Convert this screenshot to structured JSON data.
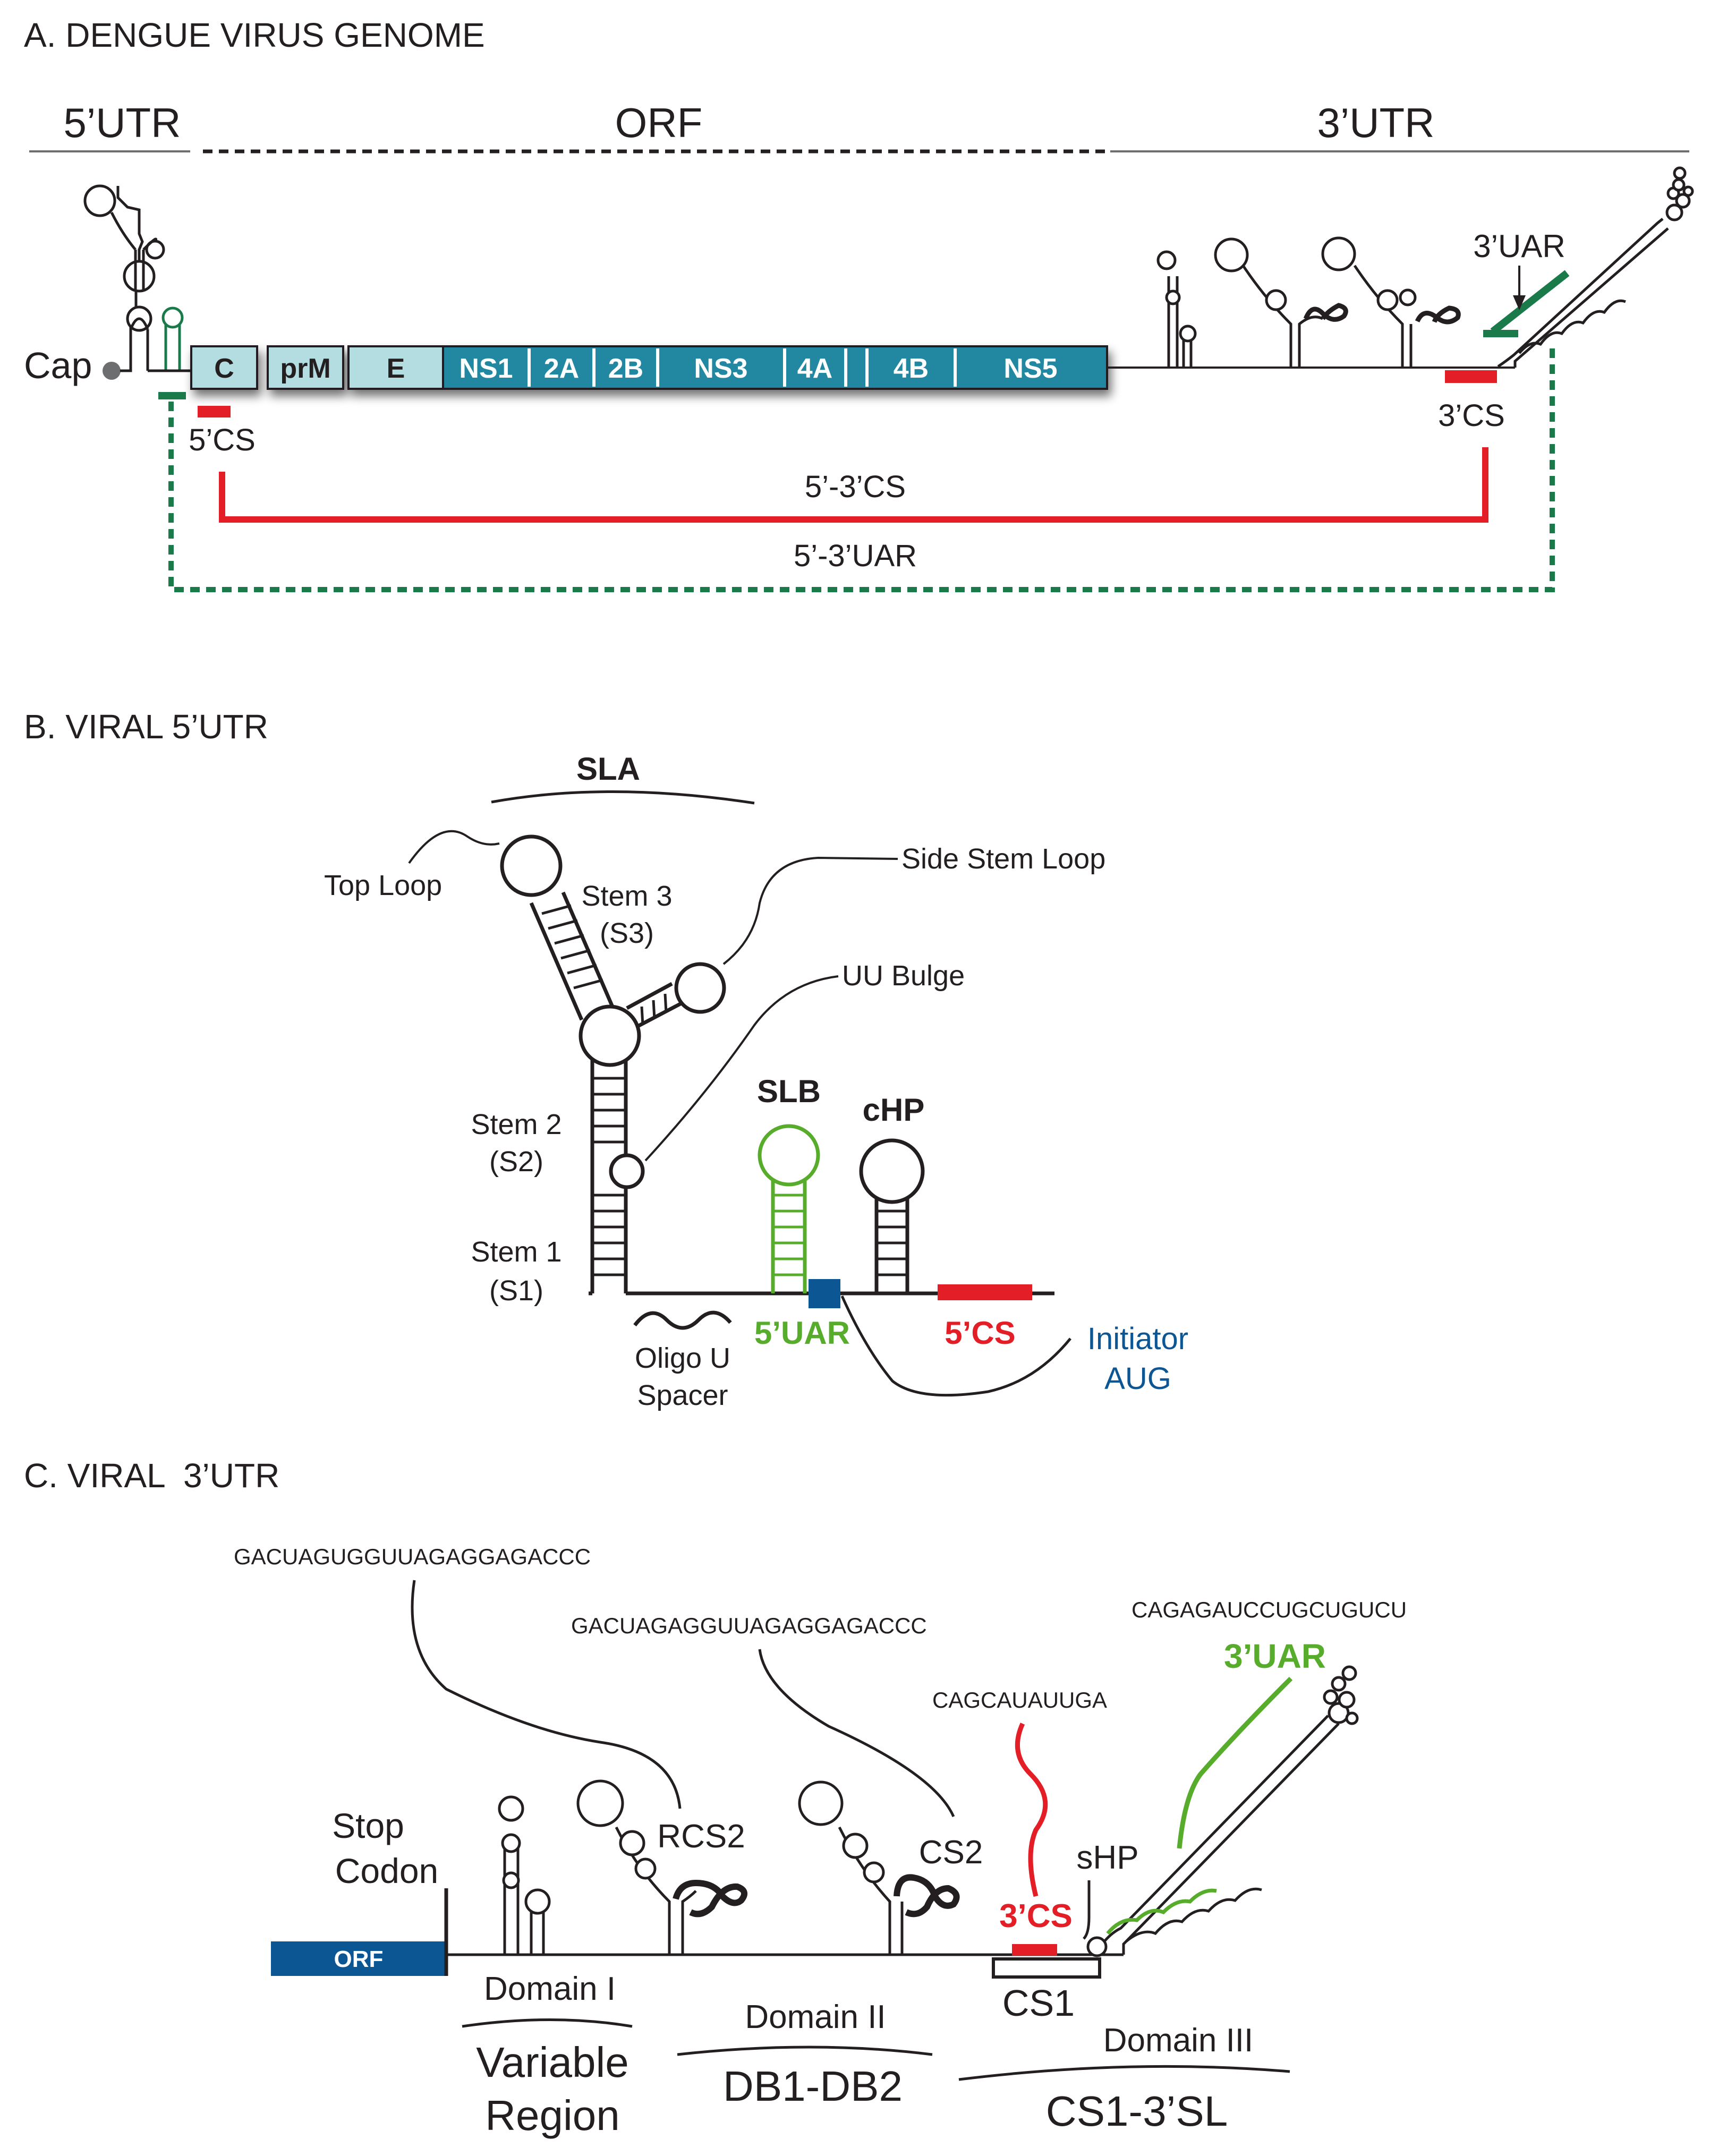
{
  "colors": {
    "red": "#e31e26",
    "green_dark": "#1a7a4a",
    "green_light": "#57ad2b",
    "teal": "#2188a1",
    "light_box": "#b4dde2",
    "blue": "#0d5694",
    "gray": "#6d6e70",
    "ink": "#231f20"
  },
  "panel_a": {
    "title": "A. DENGUE VIRUS GENOME",
    "region_5utr": "5’UTR",
    "region_orf": "ORF",
    "region_3utr": "3’UTR",
    "cap": "Cap",
    "genes": [
      "C",
      "prM",
      "E",
      "NS1",
      "2A",
      "2B",
      "NS3",
      "4A",
      "4B",
      "NS5"
    ],
    "label_5cs": "5’CS",
    "label_3cs": "3’CS",
    "label_3uar": "3’UAR",
    "link_cs": "5’-3’CS",
    "link_uar": "5’-3’UAR"
  },
  "panel_b": {
    "title": "B. VIRAL 5’UTR",
    "sla": "SLA",
    "top_loop": "Top Loop",
    "stem3": "Stem 3",
    "stem3_abbr": "(S3)",
    "side_stem_loop": "Side Stem Loop",
    "uu_bulge": "UU Bulge",
    "stem2": "Stem 2",
    "stem2_abbr": "(S2)",
    "stem1": "Stem 1",
    "stem1_abbr": "(S1)",
    "slb": "SLB",
    "chp": "cHP",
    "oligo_u_1": "Oligo U",
    "oligo_u_2": "Spacer",
    "uar5": "5’UAR",
    "cs5": "5’CS",
    "initiator_1": "Initiator",
    "initiator_2": "AUG"
  },
  "panel_c": {
    "title": "C. VIRAL  3’UTR",
    "seq_rcs2": "GACUAGUGGUUAGAGGAGACCC",
    "seq_cs2": "GACUAGAGGUUAGAGGAGACCC",
    "seq_3cs": "CAGCAUAUUGA",
    "seq_3uar": "CAGAGAUCCUGCUGUCU",
    "uar3": "3’UAR",
    "rcs2": "RCS2",
    "cs2": "CS2",
    "cs3": "3’CS",
    "shp": "sHP",
    "stop_1": "Stop",
    "stop_2": "Codon",
    "orf": "ORF",
    "cs1": "CS1",
    "domain1": "Domain I",
    "domain1_sub_1": "Variable",
    "domain1_sub_2": "Region",
    "domain2": "Domain II",
    "domain2_sub": "DB1-DB2",
    "domain3": "Domain III",
    "domain3_sub": "CS1-3’SL"
  }
}
